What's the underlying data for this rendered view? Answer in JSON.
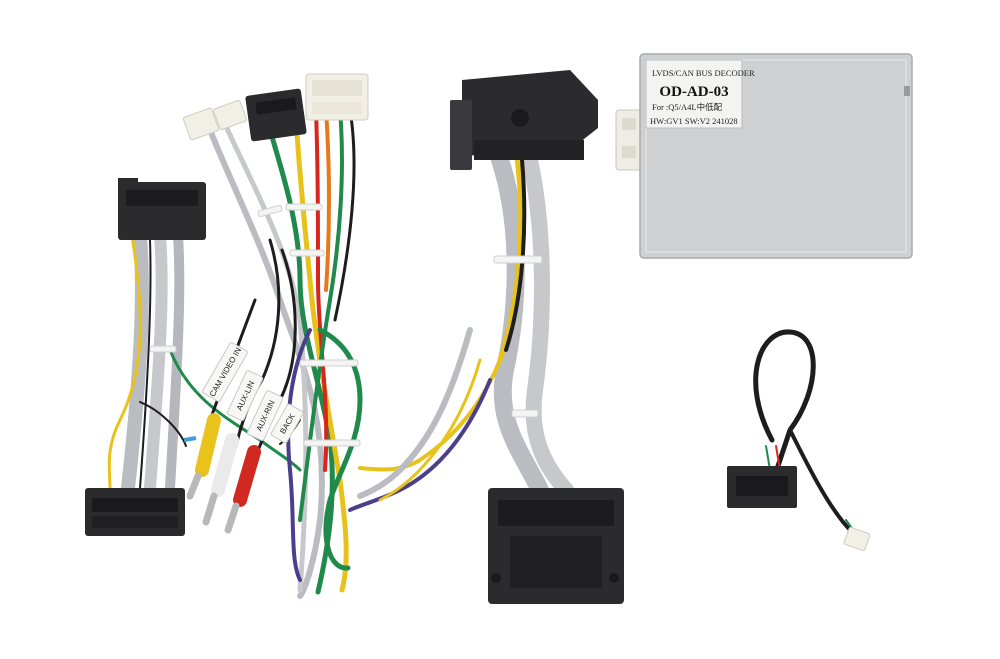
{
  "decoder_label": {
    "line1": "LVDS/CAN BUS DECODER",
    "model": "OD-AD-03",
    "line3": "For :Q5/A4L中低配",
    "line4": "HW:GV1 SW:V2 241028"
  },
  "wire_tags": {
    "cam": "CAM VIDEO IN",
    "aux_l": "AUX-LIN",
    "aux_r": "AUX-RIN",
    "back": "BACK"
  },
  "colors": {
    "wire_gray": "#b9bcc0",
    "wire_yellow": "#e8c21a",
    "wire_green": "#1f8a4c",
    "wire_red": "#d8261e",
    "wire_black": "#1d1d1d",
    "wire_purple": "#4b3f8c",
    "connector_dark": "#2b2b2e",
    "connector_white": "#f2efe6",
    "decoder_box": "#cfd0d2",
    "rca_yellow": "#e9c21b",
    "rca_white": "#eaeaea",
    "rca_red": "#d02a20"
  }
}
